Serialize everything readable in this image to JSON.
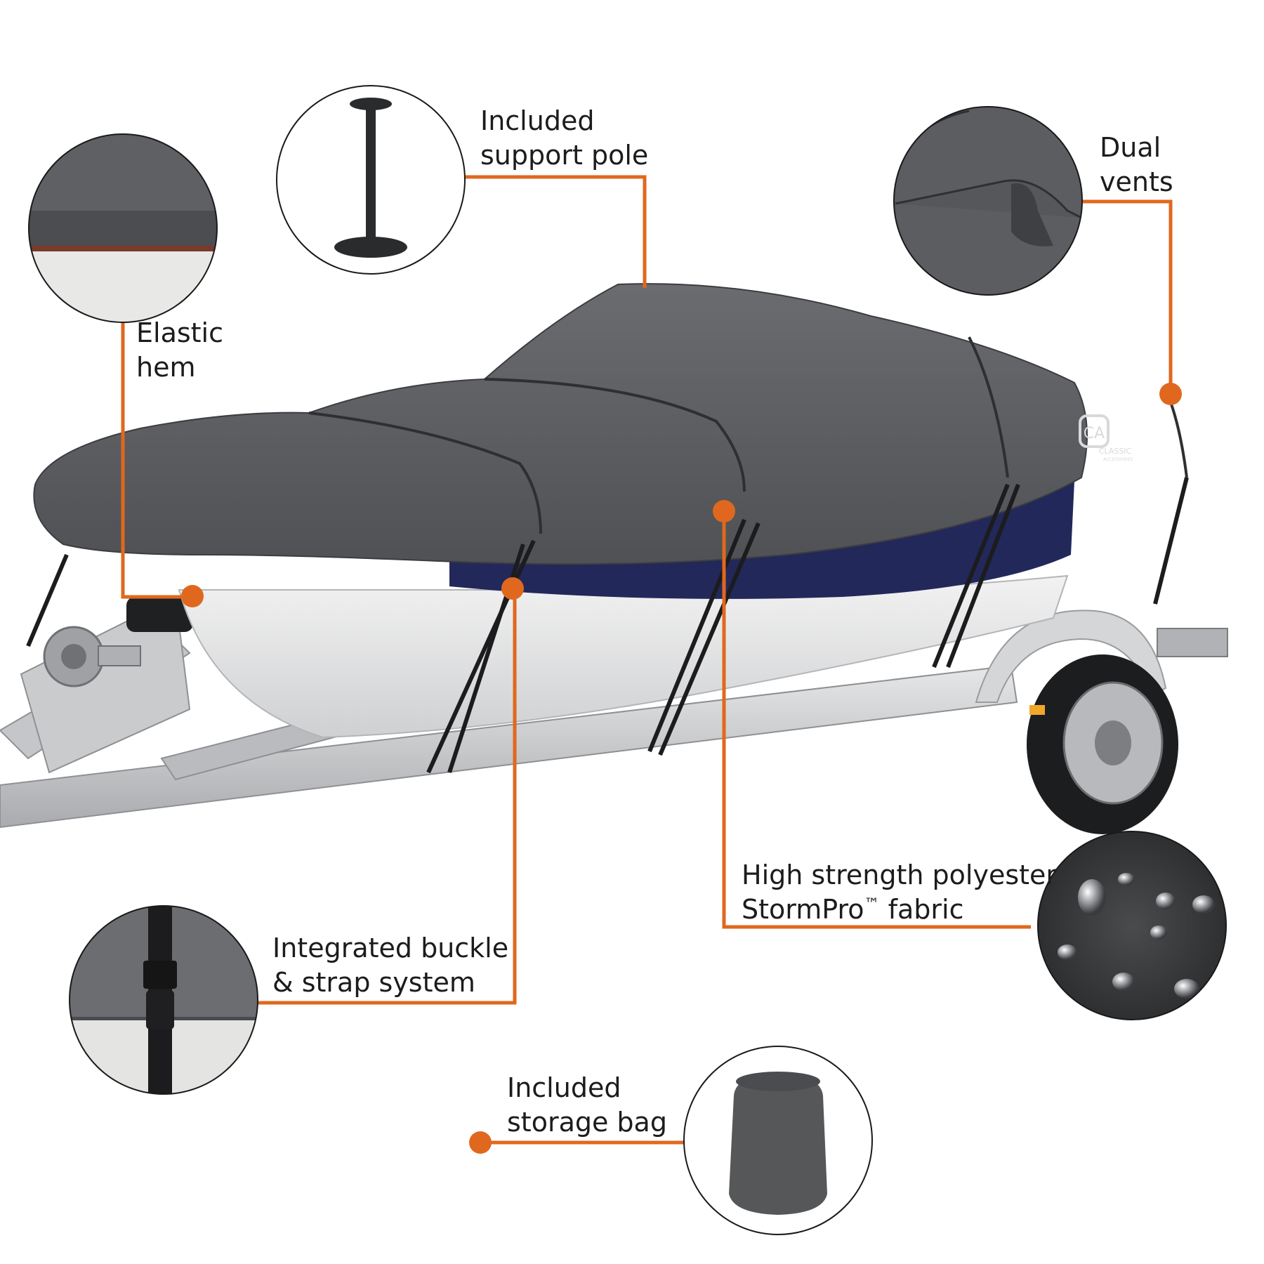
{
  "callouts": {
    "support_pole": {
      "line1": "Included",
      "line2": "support pole",
      "icon": "support-pole"
    },
    "dual_vents": {
      "line1": "Dual",
      "line2": "vents",
      "icon": "vent-flap"
    },
    "elastic_hem": {
      "line1": "Elastic",
      "line2": "hem",
      "icon": "elastic-hem"
    },
    "fabric": {
      "line1": "High strength polyester",
      "line2_prefix": "StormPro",
      "line2_tm": "™",
      "line2_suffix": " fabric",
      "icon": "water-droplets"
    },
    "buckle": {
      "line1": "Integrated buckle",
      "line2": "& strap system",
      "icon": "buckle-strap"
    },
    "storage_bag": {
      "line1": "Included",
      "line2": "storage bag",
      "icon": "storage-bag"
    }
  },
  "brand_logo": {
    "text_line1": "CLASSIC",
    "text_line2": "ACCESSORIES",
    "monogram": "CA"
  },
  "colors": {
    "leader": "#e0681e",
    "cover": "#5a5c60",
    "hull_stripe": "#23285a",
    "hull": "#e6e7e8",
    "trailer": "#c9cbcd"
  }
}
